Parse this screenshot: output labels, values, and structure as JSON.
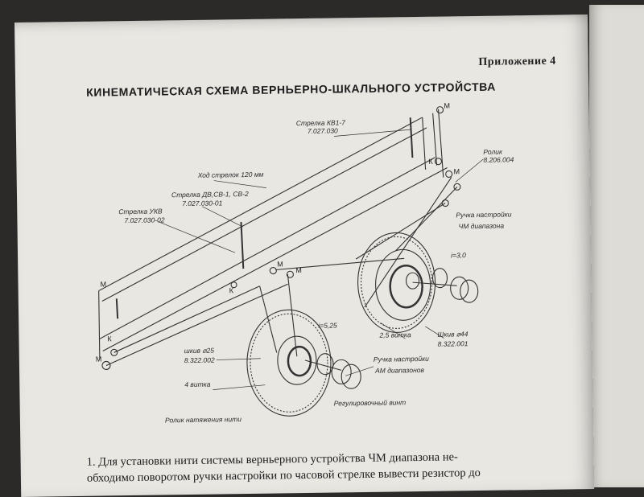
{
  "page": {
    "appendix": "Приложение 4",
    "title": "КИНЕМАТИЧЕСКАЯ СХЕМА ВЕРНЬЕРНО-ШКАЛЬНОГО УСТРОЙСТВА"
  },
  "diagram": {
    "labels": {
      "strelka_kv": "Стрелка КВ1-7",
      "strelka_kv_code": "7.027.030",
      "hod": "Ход стрелок 120 мм",
      "strelka_dv": "Стрелка ДВ,СВ-1, СВ-2",
      "strelka_dv_code": "7.027.030-01",
      "strelka_ukv": "Стрелка УКВ",
      "strelka_ukv_code": "7.027.030-02",
      "rolik": "Ролик",
      "rolik_code": "8.206.004",
      "ruchka_chm": "Ручка настройки",
      "ruchka_chm2": "ЧМ диапазона",
      "i30": "i=3,0",
      "i525": "i=5,25",
      "vitka25": "2,5 витка",
      "shkiv44": "Шкив ⌀44",
      "shkiv44_code": "8.322.001",
      "shkiv25": "шкив ⌀25",
      "shkiv25_code": "8.322.002",
      "vitka4": "4 витка",
      "ruchka_am": "Ручка настройки",
      "ruchka_am2": "АМ диапазонов",
      "reg_vint": "Регулировочный винт",
      "rolik_napr": "Ролик натяжения нити",
      "m": "М",
      "k": "К"
    }
  },
  "body": {
    "line1": "1. Для установки нити системы верньерного устройства ЧМ диапазона не-",
    "line2": "обходимо поворотом ручки настройки по часовой стрелке вывести резистор до"
  }
}
